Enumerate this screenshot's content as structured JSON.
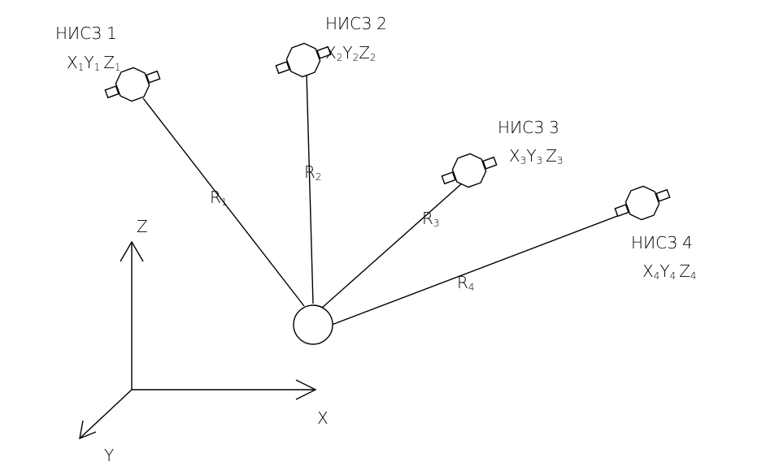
{
  "diagram": {
    "axes": {
      "x_label": "X",
      "y_label": "Y",
      "z_label": "Z"
    },
    "satellites": [
      {
        "name": "НИСЗ 1",
        "coords": [
          {
            "v": "X",
            "s": "1"
          },
          {
            "v": "Y",
            "s": "1"
          },
          {
            "v": "Z",
            "s": "1"
          }
        ],
        "range": {
          "v": "R",
          "s": "1"
        }
      },
      {
        "name": "НИСЗ 2",
        "coords": [
          {
            "v": "X",
            "s": "2"
          },
          {
            "v": "Y",
            "s": "2"
          },
          {
            "v": "Z",
            "s": "2"
          }
        ],
        "range": {
          "v": "R",
          "s": "2"
        }
      },
      {
        "name": "НИСЗ 3",
        "coords": [
          {
            "v": "X",
            "s": "3"
          },
          {
            "v": "Y",
            "s": "3"
          },
          {
            "v": "Z",
            "s": "3"
          }
        ],
        "range": {
          "v": "R",
          "s": "3"
        }
      },
      {
        "name": "НИСЗ 4",
        "coords": [
          {
            "v": "X",
            "s": "4"
          },
          {
            "v": "Y",
            "s": "4"
          },
          {
            "v": "Z",
            "s": "4"
          }
        ],
        "range": {
          "v": "R",
          "s": "4"
        }
      }
    ],
    "colors": {
      "line": "#000000",
      "background": "#ffffff"
    }
  }
}
